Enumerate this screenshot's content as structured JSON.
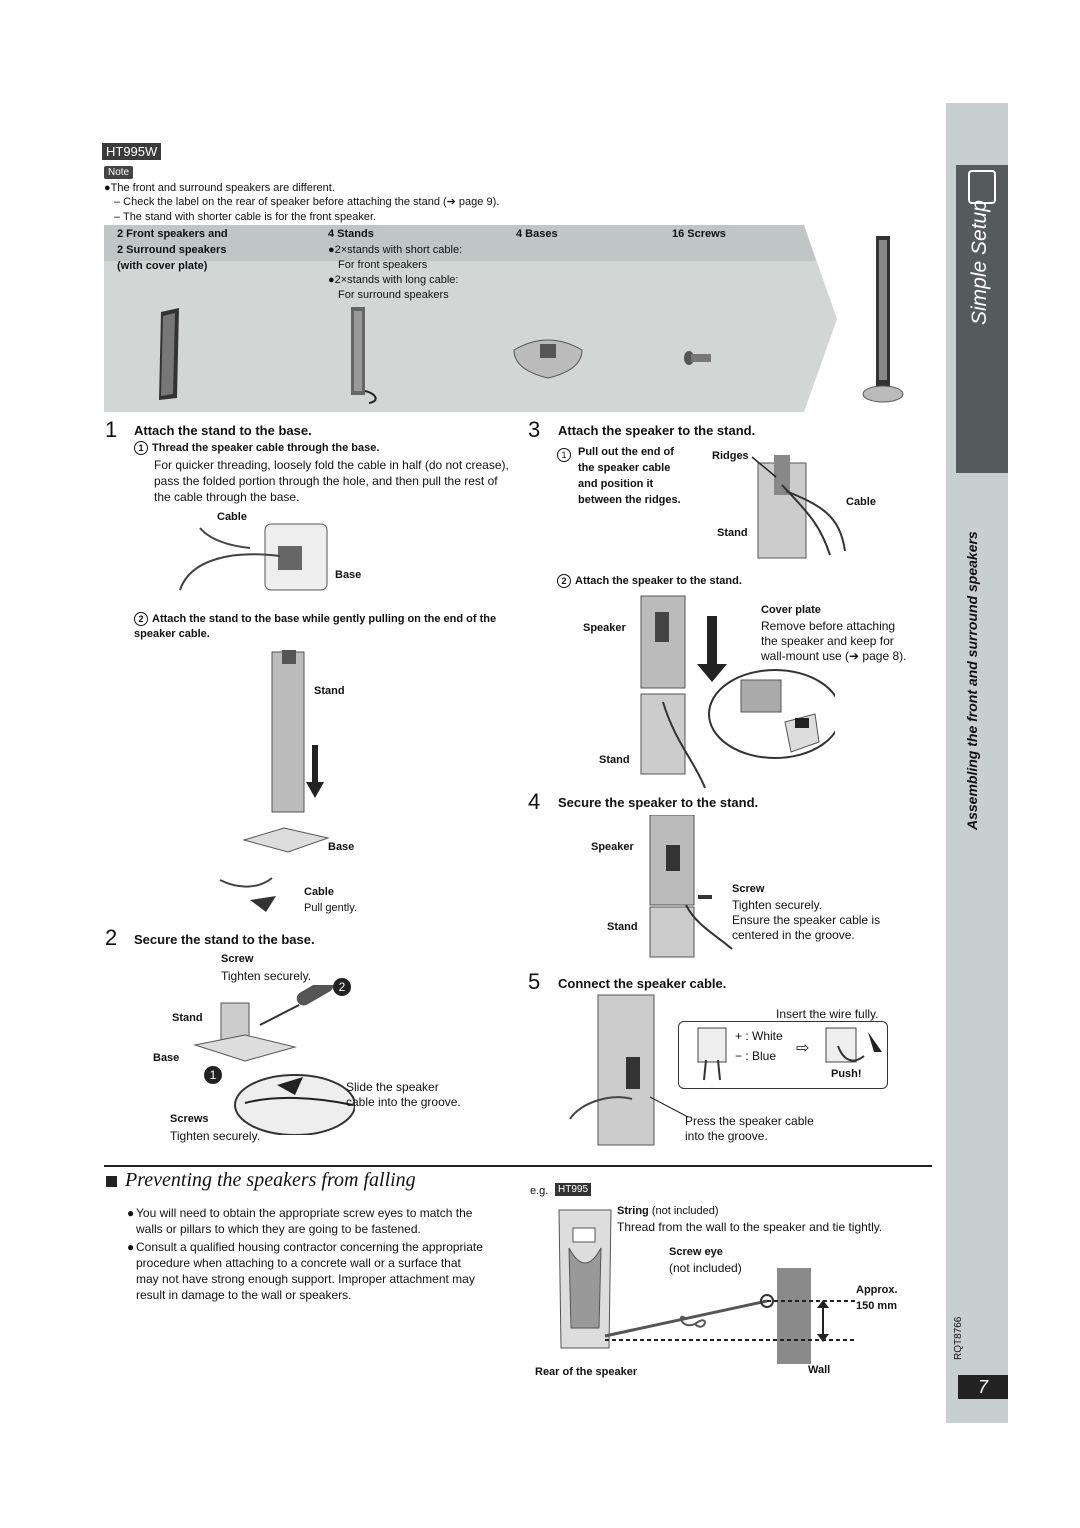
{
  "header": {
    "model_badge": "HT995W",
    "note_label": "Note",
    "notes": [
      "●The front and surround speakers are different.",
      "– Check the label on the rear of speaker before attaching the stand (➔ page 9).",
      "– The stand with shorter cable is for the front speaker."
    ]
  },
  "parts_table": {
    "col1_line1": "2 Front speakers and",
    "col1_line2": "2 Surround speakers",
    "col1_line3": "(with cover plate)",
    "col2_title": "4 Stands",
    "col2_line1": "●2×stands with short cable:",
    "col2_line2": "For front speakers",
    "col2_line3": "●2×stands with long cable:",
    "col2_line4": "For surround speakers",
    "col3_title": "4 Bases",
    "col4_title": "16 Screws"
  },
  "step1": {
    "num": "1",
    "title": "Attach the stand to the base.",
    "sub1_num": "1",
    "sub1_title": "Thread the speaker cable through the base.",
    "sub1_body": "For quicker threading, loosely fold the cable in half (do not crease), pass the folded portion through the hole, and then pull the rest of the cable through the base.",
    "label_cable": "Cable",
    "label_base": "Base",
    "sub2_num": "2",
    "sub2_title": "Attach the stand to the base while gently pulling on the end of the speaker cable.",
    "label_stand": "Stand",
    "label_base2": "Base",
    "label_cable2": "Cable",
    "label_pull": "Pull gently."
  },
  "step2": {
    "num": "2",
    "title": "Secure the stand to the base.",
    "label_screw": "Screw",
    "label_tighten": "Tighten securely.",
    "label_stand": "Stand",
    "label_base": "Base",
    "label_screws": "Screws",
    "label_tighten2": "Tighten securely.",
    "label_slide1": "Slide the speaker",
    "label_slide2": "cable into the groove.",
    "marker1": "1",
    "marker2": "2"
  },
  "step3": {
    "num": "3",
    "title": "Attach the speaker to the stand.",
    "sub1_num": "1",
    "sub1_line1": "Pull out the end of",
    "sub1_line2": "the speaker cable",
    "sub1_line3": "and position it",
    "sub1_line4": "between the ridges.",
    "label_ridges": "Ridges",
    "label_cable": "Cable",
    "label_stand": "Stand",
    "sub2_num": "2",
    "sub2_title": "Attach the speaker to the stand.",
    "label_speaker": "Speaker",
    "label_cover": "Cover plate",
    "cover_line1": "Remove before attaching",
    "cover_line2": "the speaker and keep for",
    "cover_line3": "wall-mount use (➔ page 8).",
    "label_stand2": "Stand"
  },
  "step4": {
    "num": "4",
    "title": "Secure the speaker to the stand.",
    "label_speaker": "Speaker",
    "label_screw": "Screw",
    "screw_line1": "Tighten securely.",
    "screw_line2": "Ensure the speaker cable is",
    "screw_line3": "centered in the groove.",
    "label_stand": "Stand"
  },
  "step5": {
    "num": "5",
    "title": "Connect the speaker cable.",
    "insert": "Insert the wire fully.",
    "plus": "+ : White",
    "minus": "− : Blue",
    "push": "Push!",
    "press1": "Press the speaker cable",
    "press2": "into the groove."
  },
  "preventing": {
    "title": "Preventing the speakers from falling",
    "bullet1": "You will need to obtain the appropriate screw eyes to match the walls or pillars to which they are going to be fastened.",
    "bullet2": "Consult a qualified housing contractor concerning the appropriate procedure when attaching to a concrete wall or a surface that may not have strong enough support. Improper attachment may result in damage to the wall or speakers.",
    "eg": "e.g.",
    "eg_badge": "HT995",
    "string_label": "String",
    "string_note": "(not included)",
    "thread": "Thread from the wall to the speaker and tie tightly.",
    "screweye": "Screw eye",
    "screweye_note": "(not included)",
    "approx1": "Approx.",
    "approx2": "150 mm",
    "rear": "Rear of the speaker",
    "wall": "Wall"
  },
  "sidebar": {
    "section": "Simple Setup",
    "subtitle": "Assembling the front and surround speakers",
    "code": "RQT8766",
    "page": "7"
  }
}
